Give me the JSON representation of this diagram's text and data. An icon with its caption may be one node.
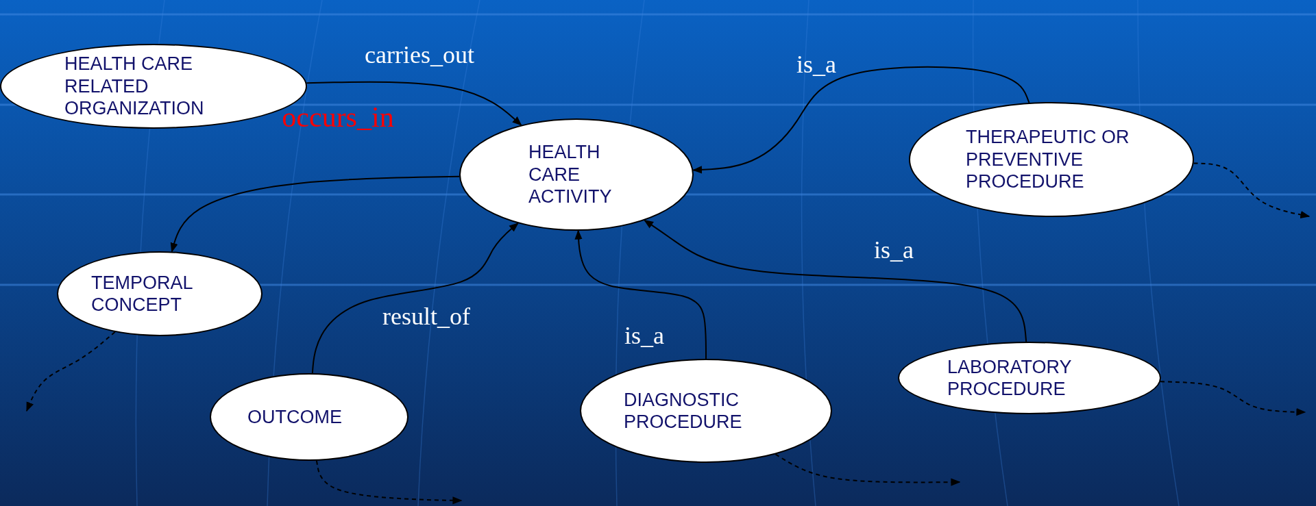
{
  "diagram": {
    "nodes": [
      {
        "text": [
          "HEALTH CARE RELATED ORGANIZATION"
        ]
      },
      {
        "text": [
          "HEALTH CARE ACTIVITY"
        ]
      },
      {
        "text": [
          "THERAPEUTIC OR PREVENTIVE PROCEDURE"
        ]
      },
      {
        "text": [
          "TEMPORAL CONCEPT"
        ]
      },
      {
        "text": [
          "OUTCOME"
        ]
      },
      {
        "text": [
          "DIAGNOSTIC PROCEDURE"
        ]
      },
      {
        "text": [
          "LABORATORY PROCEDURE"
        ]
      }
    ],
    "edges": [
      {
        "from": 0,
        "to": 1,
        "arrow": "to",
        "label": "carries_out"
      },
      {
        "from": 1,
        "to": 3,
        "arrow": "to"
      },
      {
        "from": 2,
        "to": 1,
        "arrow": "to",
        "label": "is_a"
      },
      {
        "from": 4,
        "to": 1,
        "arrow": "to",
        "label": "result_of"
      },
      {
        "from": 5,
        "to": 1,
        "arrow": "to",
        "label": "is_a"
      },
      {
        "from": 6,
        "to": 1,
        "arrow": "to",
        "label": "is_a"
      },
      {
        "from": 2,
        "to": null,
        "arrow": "to",
        "style": "dashed"
      },
      {
        "from": 3,
        "to": null,
        "arrow": "to",
        "style": "dashed"
      },
      {
        "from": 4,
        "to": null,
        "arrow": "to",
        "style": "dashed"
      },
      {
        "from": 5,
        "to": null,
        "arrow": "to",
        "style": "dashed"
      },
      {
        "from": 6,
        "to": null,
        "arrow": "to",
        "style": "dashed"
      }
    ],
    "labels": [
      "occurs_in"
    ]
  }
}
